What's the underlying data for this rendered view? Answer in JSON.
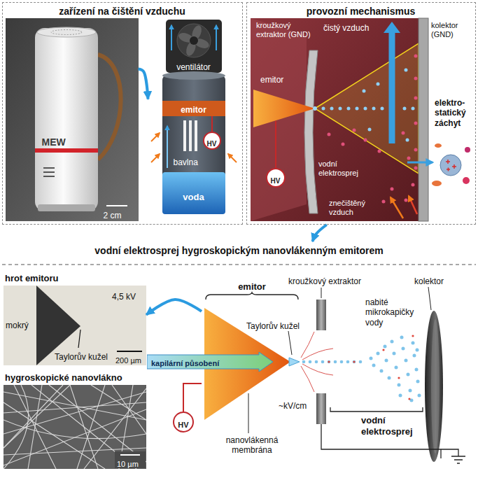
{
  "diagram": {
    "nodes": [
      {
        "text": [
          "zařízení na čištění vzduchu"
        ]
      },
      {
        "text": [
          "MEW",
          "2 cm"
        ],
        "in": 0
      },
      {
        "text": [
          "ventilátor",
          "emitor",
          "bavlna",
          "voda"
        ],
        "in": 0
      },
      {
        "text": [
          "HV"
        ],
        "in": 2
      },
      {
        "text": [
          "provozní mechanismus"
        ]
      },
      {
        "text": [
          "HV"
        ],
        "in": 4
      },
      {
        "text": [
          "vodní elektrosprej hygroskopickým nanovlákenným emitorem"
        ]
      },
      {
        "text": [
          "hrot emitoru",
          "4,5 kV",
          "mokrý",
          "Taylorův kužel",
          "200 µm"
        ],
        "in": 6
      },
      {
        "text": [
          "hygroskopické nanovlákno",
          "10 µm"
        ],
        "in": 6
      },
      {
        "text": [
          "HV"
        ],
        "in": 6
      },
      {
        "text": [
          "emitor",
          "nanovlákenná membrána"
        ],
        "in": 6
      },
      {
        "text": [
          "kapilární působení"
        ],
        "in": 10
      }
    ],
    "edges": [
      {
        "from": 1,
        "to": 2,
        "arrow": "to"
      },
      {
        "from": 4,
        "to": 6,
        "arrow": "to"
      },
      {
        "from": 9,
        "to": 10,
        "arrow": "none"
      },
      {
        "from": 10,
        "to": 7,
        "arrow": "to"
      }
    ],
    "labels": [
      "kroužkový extraktor (GND)",
      "čistý vzduch",
      "kolektor (GND)",
      "emitor",
      "elektro-statický záchyt",
      "vodní elektrosprej",
      "znečištěný vzduch",
      "kroužkový extraktor",
      "kolektor",
      "Taylorův kužel",
      "nabité mikrokapičky vody",
      "~kV/cm",
      "vodní elektrosprej"
    ]
  }
}
